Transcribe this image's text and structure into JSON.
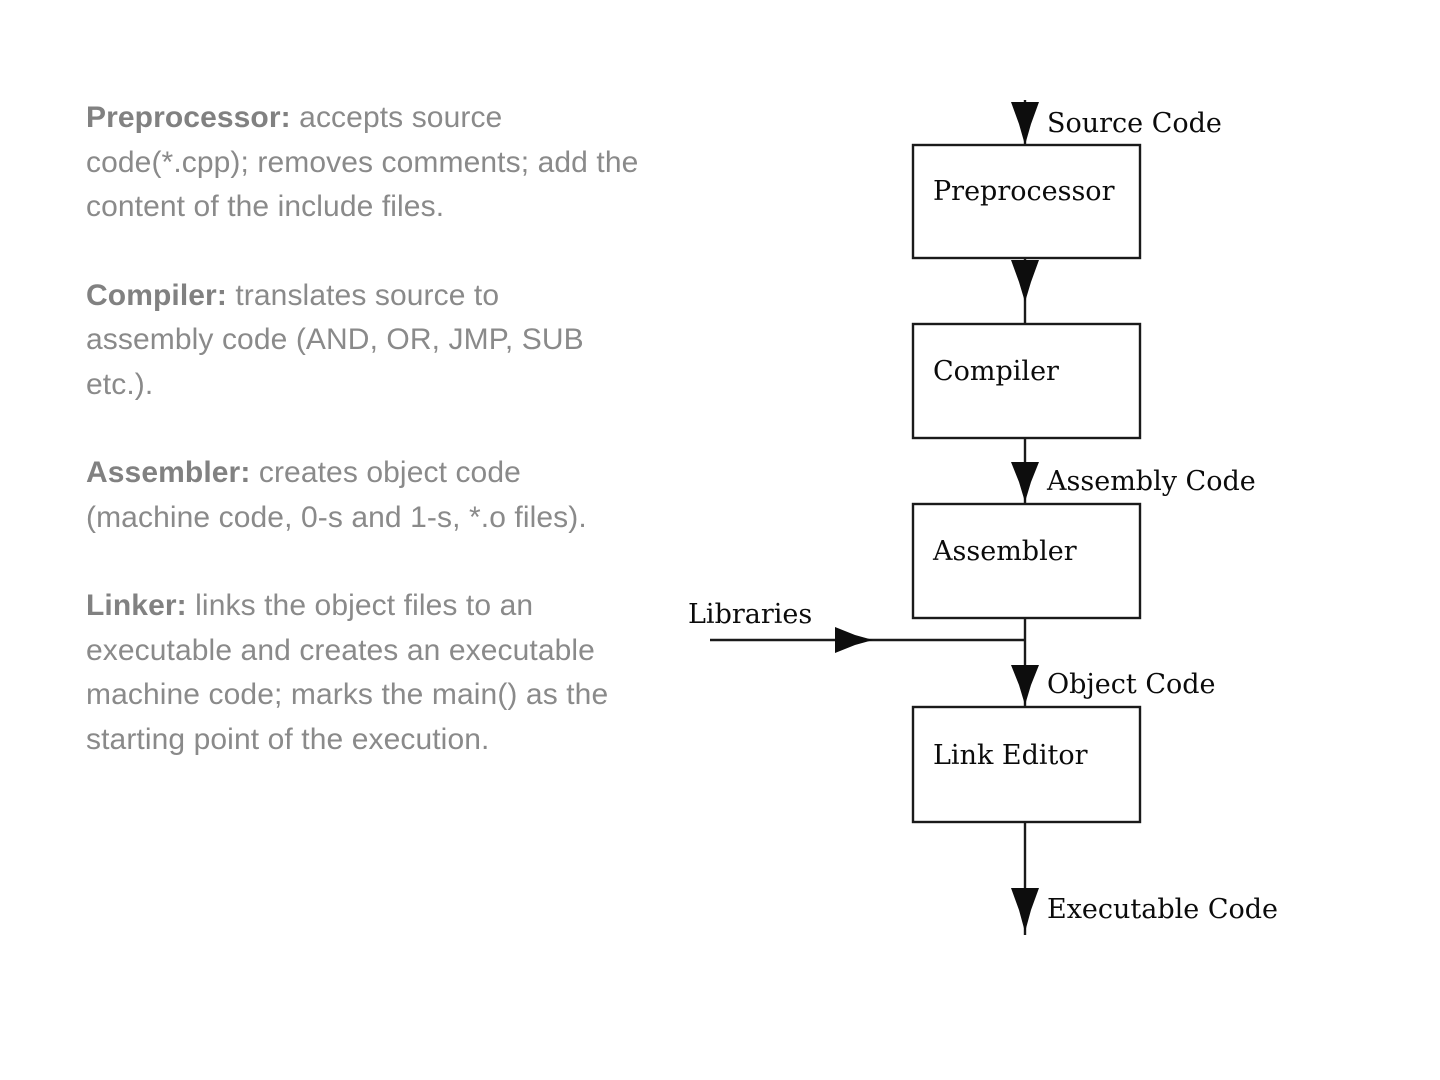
{
  "slide": {
    "background_color": "#ffffff",
    "text_color": "#8a8a8a",
    "diagram_color": "#0d0d0d"
  },
  "explanations": [
    {
      "id": "preprocessor",
      "lead": "Preprocessor:",
      "body": " accepts  source code(*.cpp); removes comments; add the content of the include files."
    },
    {
      "id": "compiler",
      "lead": "Compiler:",
      "body": " translates source to assembly code (AND, OR, JMP, SUB etc.)."
    },
    {
      "id": "assembler",
      "lead": "Assembler:",
      "body": " creates  object code (machine code, 0-s and 1-s, *.o files)."
    },
    {
      "id": "linker",
      "lead": "Linker:",
      "body": " links the object files to an executable and creates an executable machine code; marks the main() as the starting point of the execution."
    }
  ],
  "diagram": {
    "title": "compilation-pipeline",
    "boxes": [
      {
        "id": "preprocessor",
        "label": "Preprocessor"
      },
      {
        "id": "compiler",
        "label": "Compiler"
      },
      {
        "id": "assembler",
        "label": "Assembler"
      },
      {
        "id": "link-editor",
        "label": "Link Editor"
      }
    ],
    "edge_labels": [
      {
        "id": "source-code",
        "label": "Source Code"
      },
      {
        "id": "assembly-code",
        "label": "Assembly Code"
      },
      {
        "id": "libraries",
        "label": "Libraries"
      },
      {
        "id": "object-code",
        "label": "Object Code"
      },
      {
        "id": "executable-code",
        "label": "Executable Code"
      }
    ]
  }
}
